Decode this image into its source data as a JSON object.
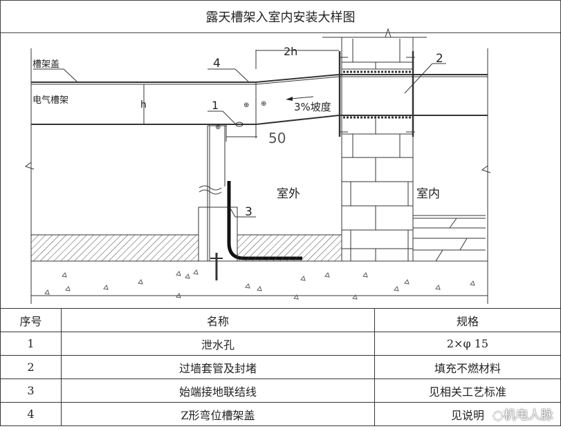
{
  "title": "露天槽架入室内安装大样图",
  "drawing": {
    "labels": {
      "tray_cover": "槽架盖",
      "electrical_tray": "电气槽架",
      "height": "h",
      "dim_2h": "2h",
      "dim_50": "50",
      "slope": "3%坡度",
      "outdoor": "室外",
      "indoor": "室内",
      "callout_1": "1",
      "callout_2": "2",
      "callout_3": "3",
      "callout_4": "4"
    }
  },
  "table": {
    "headers": [
      "序号",
      "名称",
      "规格"
    ],
    "rows": [
      [
        "1",
        "泄水孔",
        "2×φ 15"
      ],
      [
        "2",
        "过墙套管及封堵",
        "填充不燃材料"
      ],
      [
        "3",
        "始端接地联结线",
        "见相关工艺标准"
      ],
      [
        "4",
        "Z形弯位槽架盖",
        "见说明"
      ]
    ]
  },
  "watermark": "机电人脉"
}
